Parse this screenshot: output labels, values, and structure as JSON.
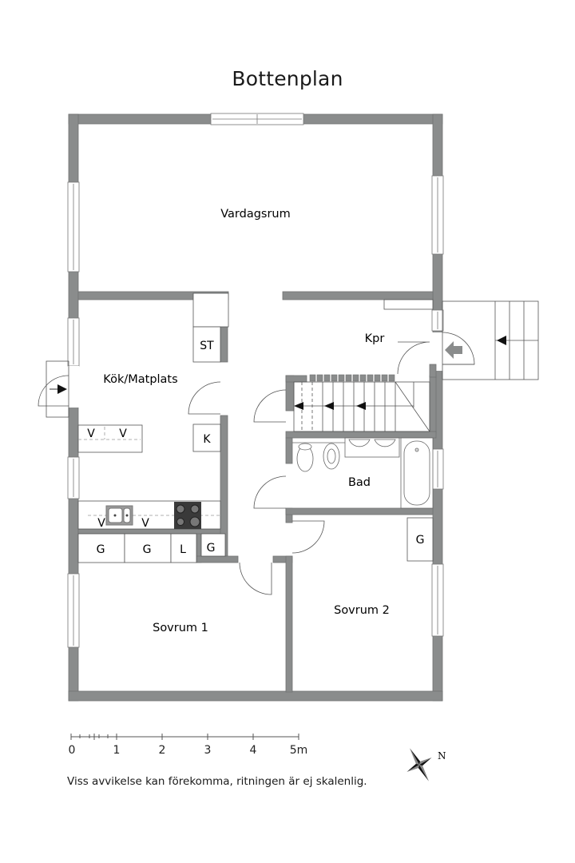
{
  "title": "Bottenplan",
  "rooms": {
    "living": "Vardagsrum",
    "kitchen": "Kök/Matplats",
    "hall": "Kpr",
    "bath": "Bad",
    "bedroom1": "Sovrum 1",
    "bedroom2": "Sovrum 2"
  },
  "fixtures": {
    "storage": "ST",
    "fridge": "K",
    "sink_v1": "V",
    "sink_v2": "V",
    "counter_v1": "V",
    "counter_v2": "V",
    "wardrobe_1": "G",
    "wardrobe_2": "G",
    "linen": "L",
    "wardrobe_3": "G",
    "wardrobe_4": "G"
  },
  "scale": {
    "ticks": [
      "0",
      "1",
      "2",
      "3",
      "4",
      "5m"
    ]
  },
  "compass": {
    "north_label": "N"
  },
  "disclaimer": "Viss avvikelse kan förekomma, ritningen är ej skalenlig.",
  "colors": {
    "wall": "#8a8c8c",
    "wall_outline": "#6f7171",
    "line": "#555555",
    "stove": "#3a3a3a"
  }
}
